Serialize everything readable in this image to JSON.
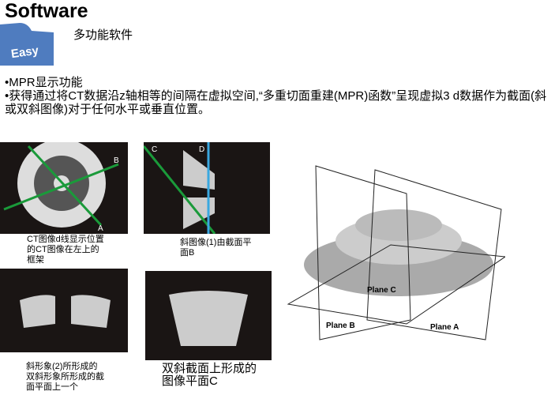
{
  "header": {
    "title": "Software",
    "badge": "Easy",
    "subtitle": "多功能软件"
  },
  "bullets": [
    "•MPR显示功能",
    "•获得通过将CT数据沿z轴相等的间隔在虚拟空间,“多重切面重建(MPR)函数”呈现虚拟3 d数据作为截面(斜或双斜图像)对于任何水平或垂直位置。"
  ],
  "images": {
    "ct": {
      "labels": [
        "B",
        "A"
      ],
      "caption": "CT图像d线显示位置的CT图像在左上的框架"
    },
    "oblique1": {
      "labels": [
        "C",
        "D"
      ],
      "caption": "斜图像(1)由截面平面B"
    },
    "oblique2": {
      "caption": "斜形象(2)所形成的双斜形象所形成的截面平面上一个"
    },
    "double": {
      "caption": "双斜截面上形成的图像平面C"
    },
    "diagram": {
      "labels": [
        "Plane C",
        "Plane B",
        "Plane A"
      ]
    }
  }
}
